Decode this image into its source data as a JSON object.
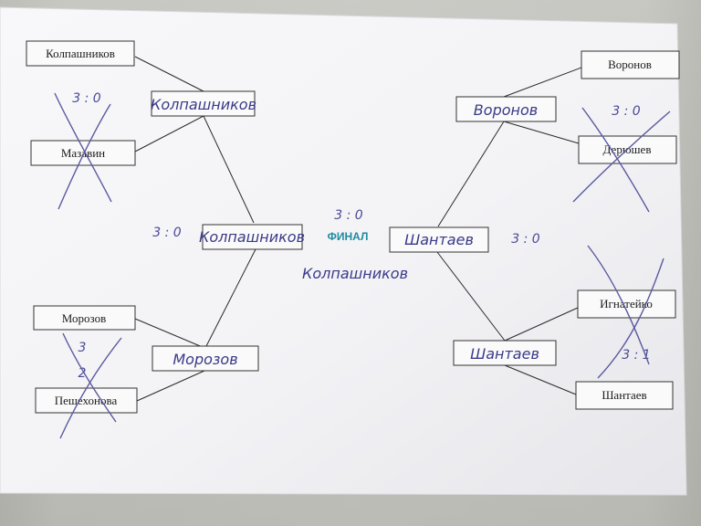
{
  "bracket": {
    "left": {
      "round1_top": {
        "player_1": "Колпашников",
        "player_2": "Мазавин",
        "score": "3 : 0"
      },
      "round1_bottom": {
        "player_1": "Морозов",
        "player_2": "Пешехонова",
        "score_line1": "3",
        "score_line2": "2"
      },
      "round2_top_winner": "Колпашников",
      "round2_bottom_winner": "Морозов",
      "semi_score": "3 : 0",
      "semi_winner": "Колпашников"
    },
    "right": {
      "round1_top": {
        "player_1": "Воронов",
        "player_2": "Дерюшев",
        "score": "3 : 0"
      },
      "round1_bottom": {
        "player_1": "Игнатейко",
        "player_2": "Шантаев",
        "score": "3 : 1"
      },
      "round2_top_winner": "Воронов",
      "round2_bottom_winner": "Шантаев",
      "semi_score": "3 : 0",
      "semi_winner": "Шантаев"
    },
    "final": {
      "title": "ФИНАЛ",
      "score": "3 : 0",
      "winner": "Колпашников"
    }
  },
  "colors": {
    "paper": "#f4f4f6",
    "ink": "#3a3a8a",
    "typed_text": "#1c1c1c",
    "final_title": "#1f8aa0"
  }
}
